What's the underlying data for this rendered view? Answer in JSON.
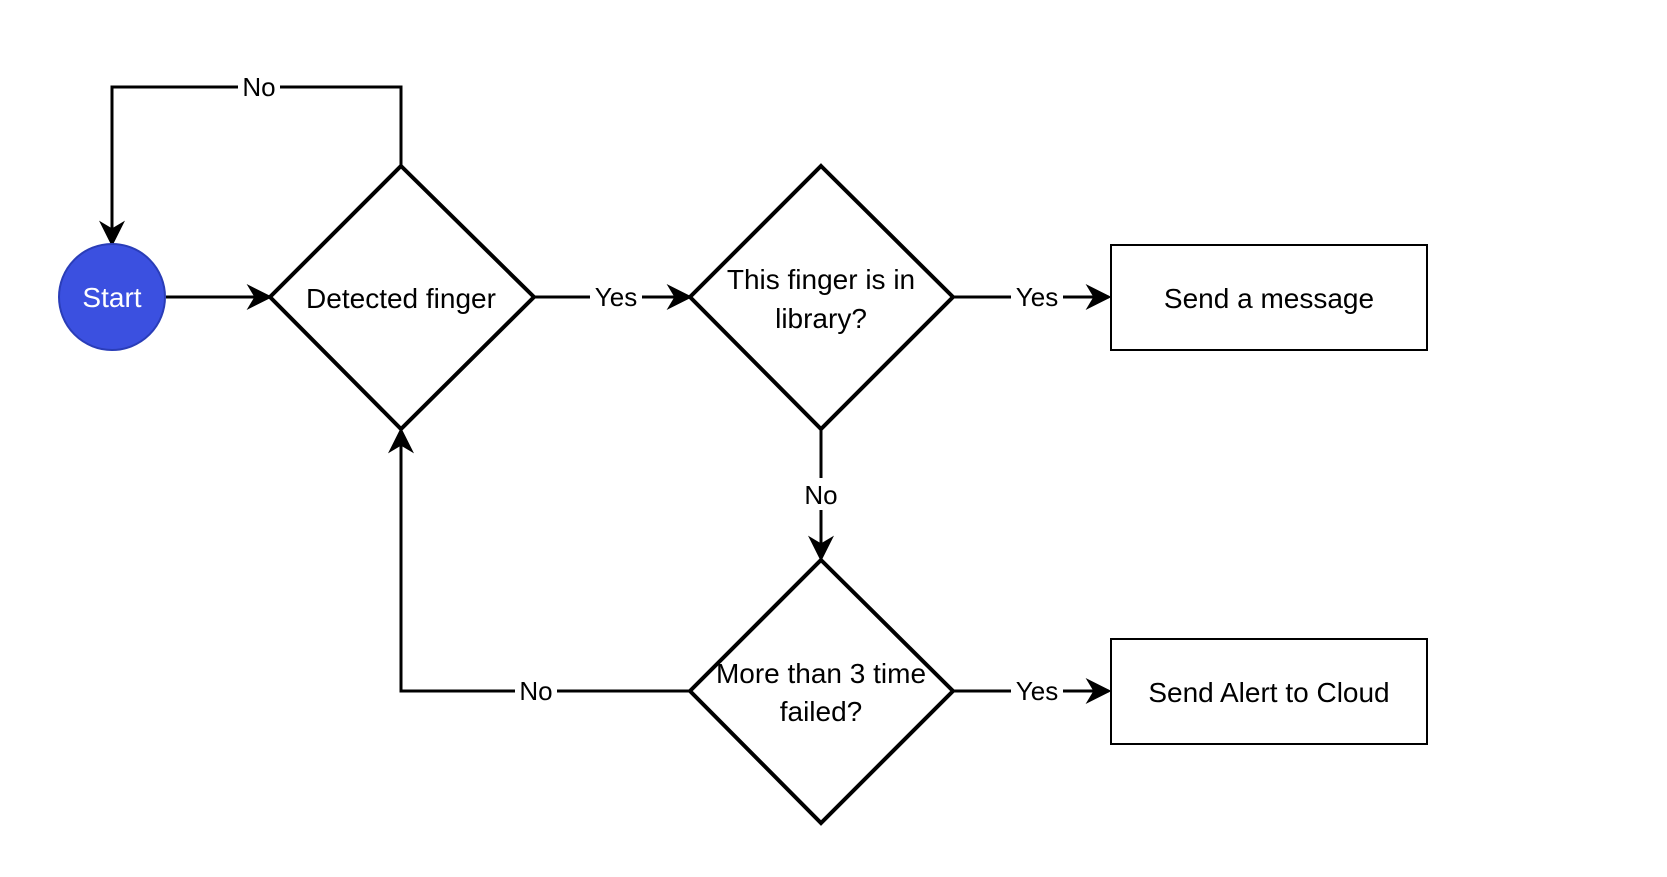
{
  "colors": {
    "start_fill": "#3b50e0",
    "start_stroke": "#2a3db8",
    "start_text": "#ffffff",
    "line": "#000000"
  },
  "nodes": {
    "start": "Start",
    "detected_finger": "Detected finger",
    "in_library": [
      "This finger is in",
      "library?"
    ],
    "send_message": "Send a message",
    "failed_check": [
      "More than 3 time",
      "failed?"
    ],
    "send_alert": "Send Alert to Cloud"
  },
  "edge_labels": {
    "detected_no": "No",
    "detected_yes": "Yes",
    "library_yes": "Yes",
    "library_no": "No",
    "failed_yes": "Yes",
    "failed_no": "No"
  }
}
